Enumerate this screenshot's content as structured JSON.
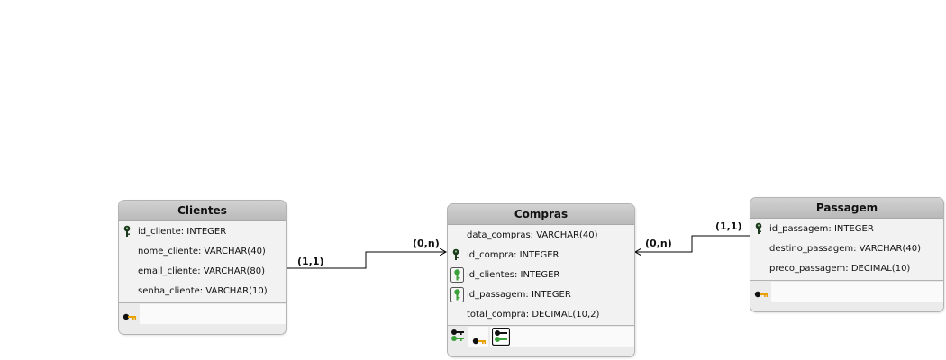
{
  "entities": {
    "clientes": {
      "title": "Clientes",
      "attributes": [
        {
          "text": "id_cliente: INTEGER",
          "icon": "primary-key-icon"
        },
        {
          "text": "nome_cliente: VARCHAR(40)",
          "icon": ""
        },
        {
          "text": "email_cliente: VARCHAR(80)",
          "icon": ""
        },
        {
          "text": "senha_cliente: VARCHAR(10)",
          "icon": ""
        }
      ],
      "index_icons": [
        "index-key-icon"
      ]
    },
    "compras": {
      "title": "Compras",
      "attributes": [
        {
          "text": "data_compras: VARCHAR(40)",
          "icon": ""
        },
        {
          "text": "id_compra: INTEGER",
          "icon": "primary-key-icon"
        },
        {
          "text": "id_clientes: INTEGER",
          "icon": "foreign-key-icon"
        },
        {
          "text": "id_passagem: INTEGER",
          "icon": "foreign-key-icon"
        },
        {
          "text": "total_compra: DECIMAL(10,2)",
          "icon": ""
        }
      ],
      "index_icons": [
        "primary-foreign-key-icon",
        "index-key-icon",
        "foreign-index-key-icon"
      ]
    },
    "passagem": {
      "title": "Passagem",
      "attributes": [
        {
          "text": "id_passagem: INTEGER",
          "icon": "primary-key-icon"
        },
        {
          "text": "destino_passagem: VARCHAR(40)",
          "icon": ""
        },
        {
          "text": "preco_passagem: DECIMAL(10)",
          "icon": ""
        }
      ],
      "index_icons": [
        "index-key-icon"
      ]
    }
  },
  "relationships": {
    "clientes_compras": {
      "source_card": "(1,1)",
      "target_card": "(0,n)"
    },
    "passagem_compras": {
      "source_card": "(1,1)",
      "target_card": "(0,n)"
    }
  },
  "colors": {
    "header": "#bdbdbd",
    "body": "#f2f2f2",
    "border": "#b3b3b3",
    "pk_key": "#1e3a1e",
    "fk_key": "#3aa03a",
    "index_key": "#e8a000",
    "line": "#000000"
  }
}
